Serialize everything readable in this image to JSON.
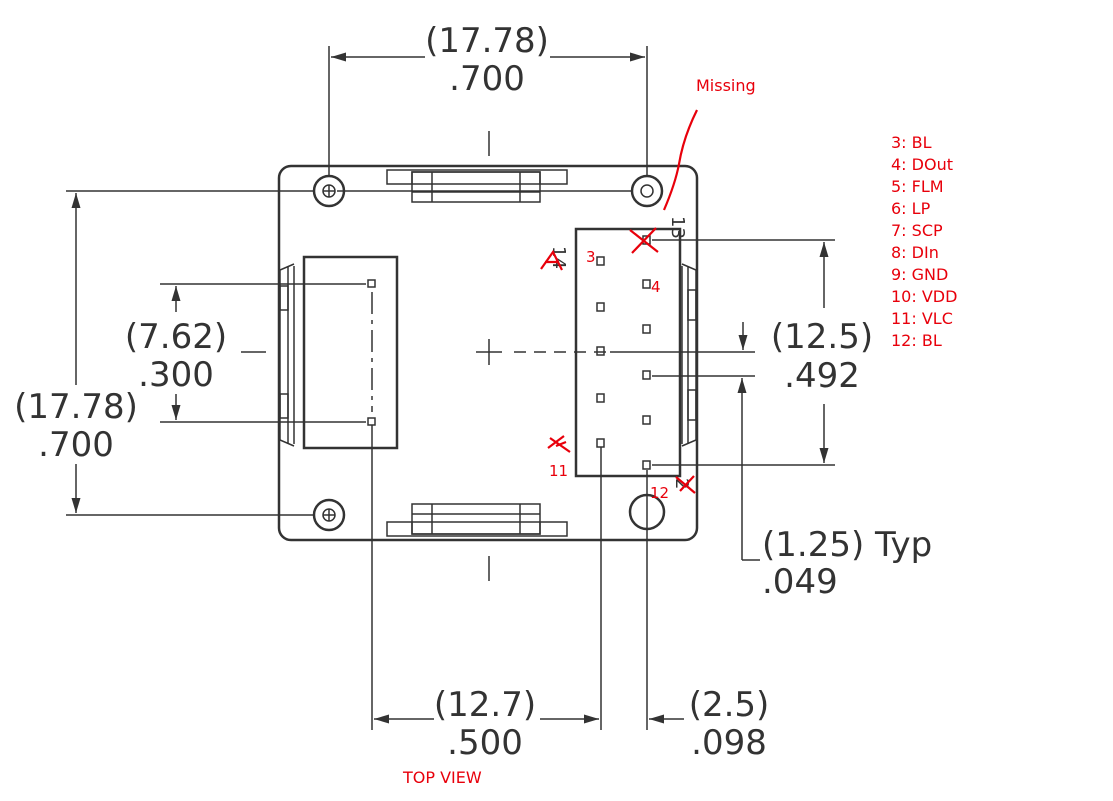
{
  "dimensions": {
    "top_width": {
      "mm": "(17.78)",
      "in": ".700"
    },
    "left_height": {
      "mm": "(17.78)",
      "in": ".700"
    },
    "inner_left": {
      "mm": "(7.62)",
      "in": ".300"
    },
    "right_height": {
      "mm": "(12.5)",
      "in": ".492"
    },
    "pitch": {
      "mm": "(1.25) Typ",
      "in": ".049"
    },
    "bottom_mid": {
      "mm": "(12.7)",
      "in": ".500"
    },
    "bottom_right": {
      "mm": "(2.5)",
      "in": ".098"
    }
  },
  "pin_numbers_printed": {
    "top": "13",
    "left": "14",
    "bottom": "2"
  },
  "annotations": {
    "missing": "Missing",
    "view_label": "TOP VIEW",
    "pin_markers": [
      "3",
      "4",
      "11",
      "12"
    ]
  },
  "pin_legend": [
    "3: BL",
    "4: DOut",
    "5: FLM",
    "6: LP",
    "7: SCP",
    "8: DIn",
    "9: GND",
    "10: VDD",
    "11: VLC",
    "12: BL"
  ],
  "colors": {
    "drawing": "#333333",
    "annotation": "#e8000b"
  }
}
